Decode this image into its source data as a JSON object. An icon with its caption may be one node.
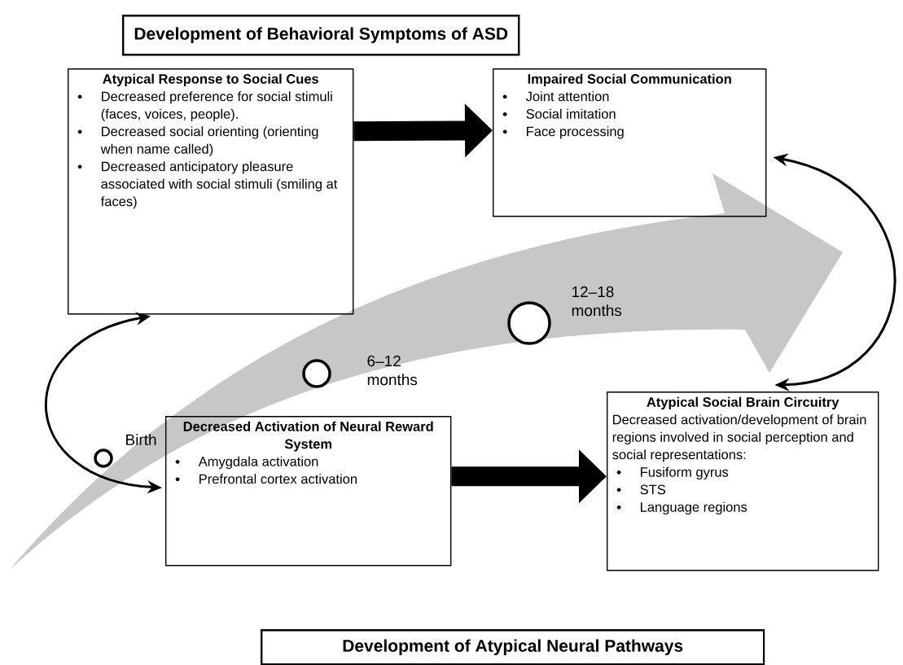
{
  "diagram": {
    "nodes": [
      {
        "text": [
          "Development of Behavioral Symptoms of ASD"
        ]
      },
      {
        "text": [
          "Atypical Response to Social Cues",
          "Decreased preference for social stimuli (faces, voices, people).",
          "Decreased social orienting (orienting when name called)",
          "Decreased anticipatory pleasure associated with social stimuli (smiling at faces)"
        ]
      },
      {
        "text": [
          "Impaired Social Communication",
          "Joint attention",
          "Social imitation",
          "Face processing"
        ]
      },
      {
        "text": [],
        "shape": "circle",
        "beside": [
          "Birth"
        ]
      },
      {
        "text": [],
        "shape": "circle",
        "beside": [
          "6–12 months"
        ]
      },
      {
        "text": [],
        "shape": "circle",
        "beside": [
          "12–18 months"
        ]
      },
      {
        "text": [
          "Decreased Activation of Neural Reward System",
          "Amygdala activation",
          "Prefrontal cortex activation"
        ]
      },
      {
        "text": [
          "Atypical Social Brain Circuitry",
          "Decreased activation/development of brain regions involved in social perception and social representations:",
          "Fusiform gyrus",
          "STS",
          "Language regions"
        ]
      },
      {
        "text": [
          "Development of Atypical Neural Pathways"
        ]
      }
    ],
    "edges": [
      {
        "from": 1,
        "to": 2,
        "arrow": "to",
        "style": "thick"
      },
      {
        "from": 6,
        "to": 7,
        "arrow": "to",
        "style": "thick"
      },
      {
        "from": 1,
        "to": 6,
        "arrow": "both"
      },
      {
        "from": 2,
        "to": 7,
        "arrow": "both"
      }
    ]
  }
}
